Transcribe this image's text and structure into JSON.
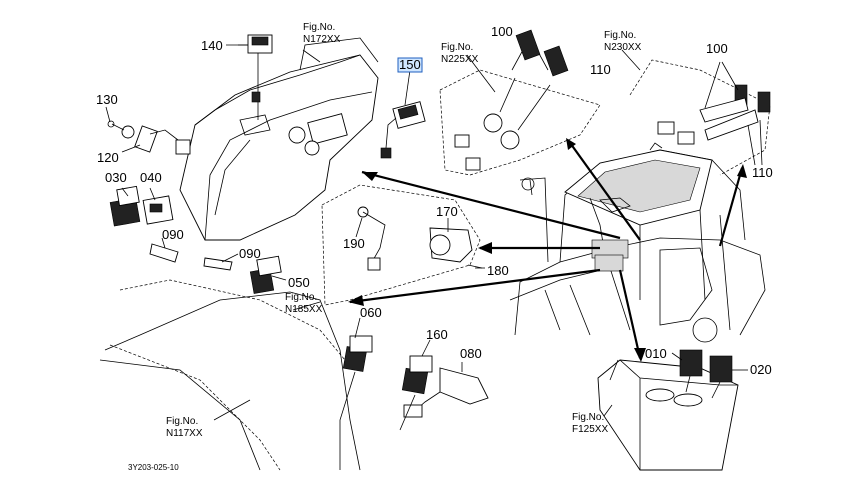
{
  "diagram_code": "3Y203-025-10",
  "fig_prefix": "Fig.No.",
  "figs": {
    "n172": "N172XX",
    "n225": "N225XX",
    "n230": "N230XX",
    "n185": "N185XX",
    "n117": "N117XX",
    "f125": "F125XX"
  },
  "callouts": {
    "p010": "010",
    "p020": "020",
    "p030": "030",
    "p040": "040",
    "p050": "050",
    "p060": "060",
    "p080": "080",
    "p090a": "090",
    "p090b": "090",
    "p100a": "100",
    "p100b": "100",
    "p110a": "110",
    "p110b": "110",
    "p120": "120",
    "p130": "130",
    "p140": "140",
    "p150": "150",
    "p160": "160",
    "p170": "170",
    "p180": "180",
    "p190": "190"
  },
  "colors": {
    "highlight_fill": "#cfe6ff",
    "highlight_stroke": "#1f5fbf"
  }
}
